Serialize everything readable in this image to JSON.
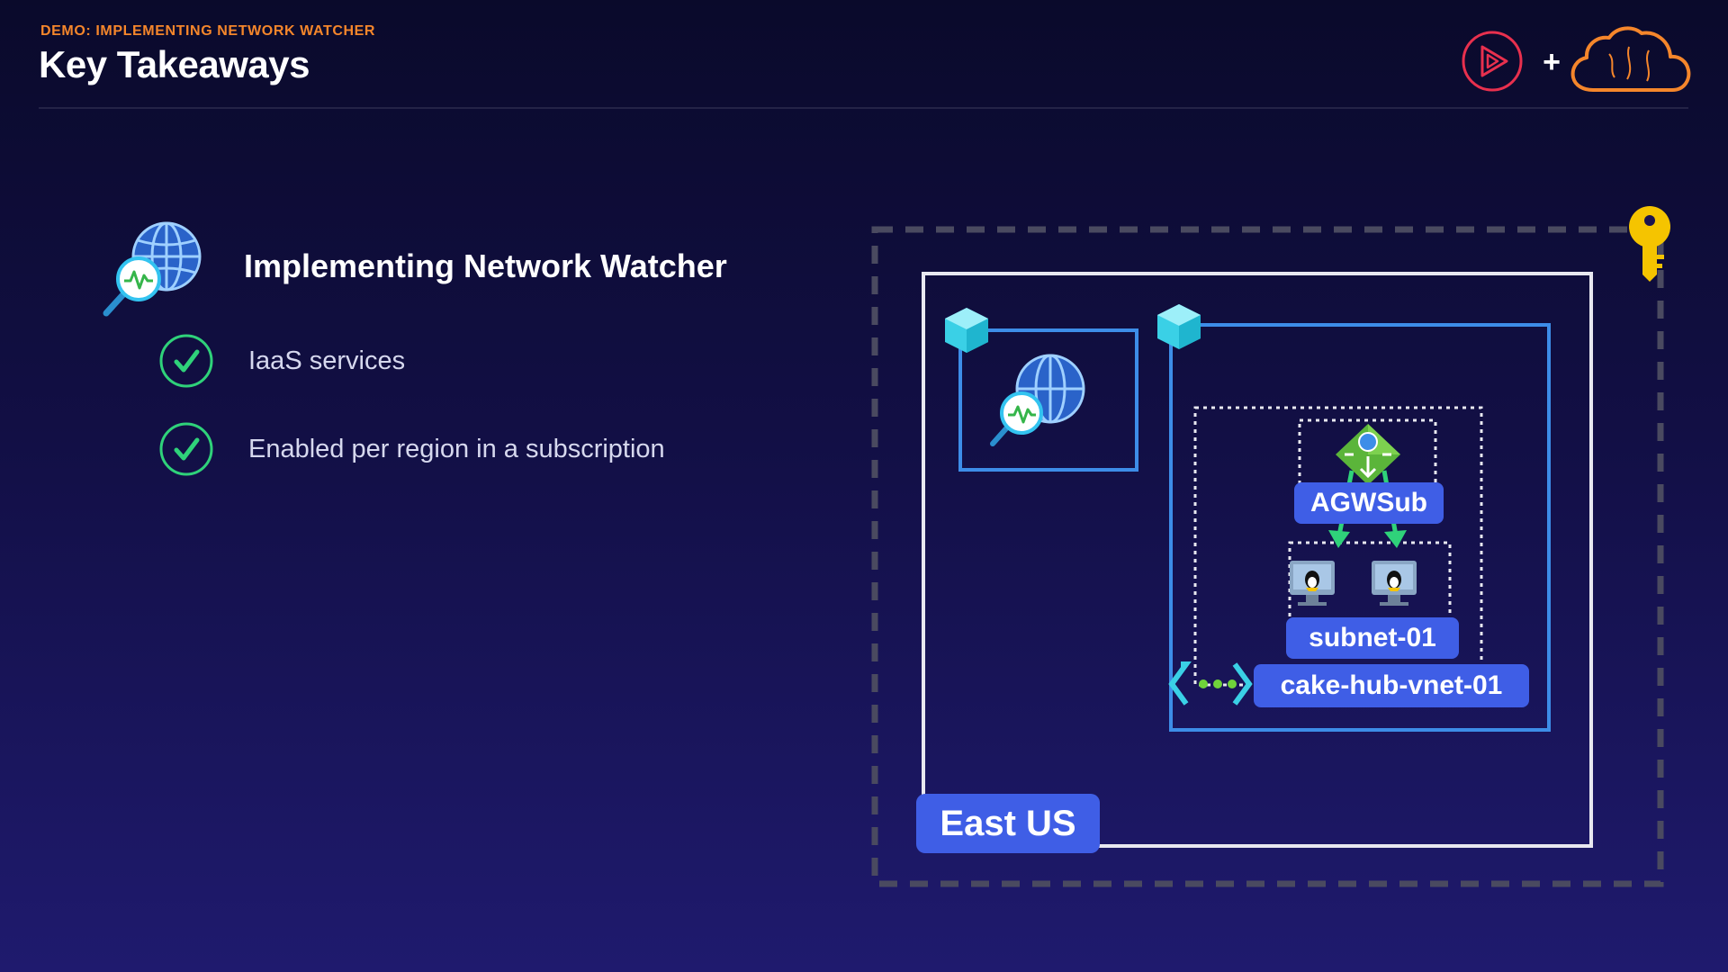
{
  "header": {
    "eyebrow": "DEMO: IMPLEMENTING NETWORK WATCHER",
    "title": "Key Takeaways"
  },
  "brand": {
    "plus": "+",
    "icons": [
      "pluralsight-play-icon",
      "cloud-icon"
    ],
    "colors": {
      "play": "#e8304e",
      "cloud": "#f5862b"
    }
  },
  "main": {
    "section_title": "Implementing Network Watcher",
    "section_icon": "network-watcher-icon",
    "bullets": [
      {
        "icon": "check-icon",
        "text": "IaaS services"
      },
      {
        "icon": "check-icon",
        "text": "Enabled per region in a subscription"
      }
    ]
  },
  "diagram": {
    "subscription_icon": "key-icon",
    "region_label": "East US",
    "vnet_label": "cake-hub-vnet-01",
    "gateway_subnet_label": "AGWSub",
    "subnet_label": "subnet-01",
    "vm_icons": [
      "linux-vm-icon",
      "linux-vm-icon"
    ],
    "colors": {
      "label_bg": "#3f5ee6",
      "vnet_border": "#3d8de8",
      "check": "#2fd27a",
      "arrow": "#2fd27a"
    }
  }
}
